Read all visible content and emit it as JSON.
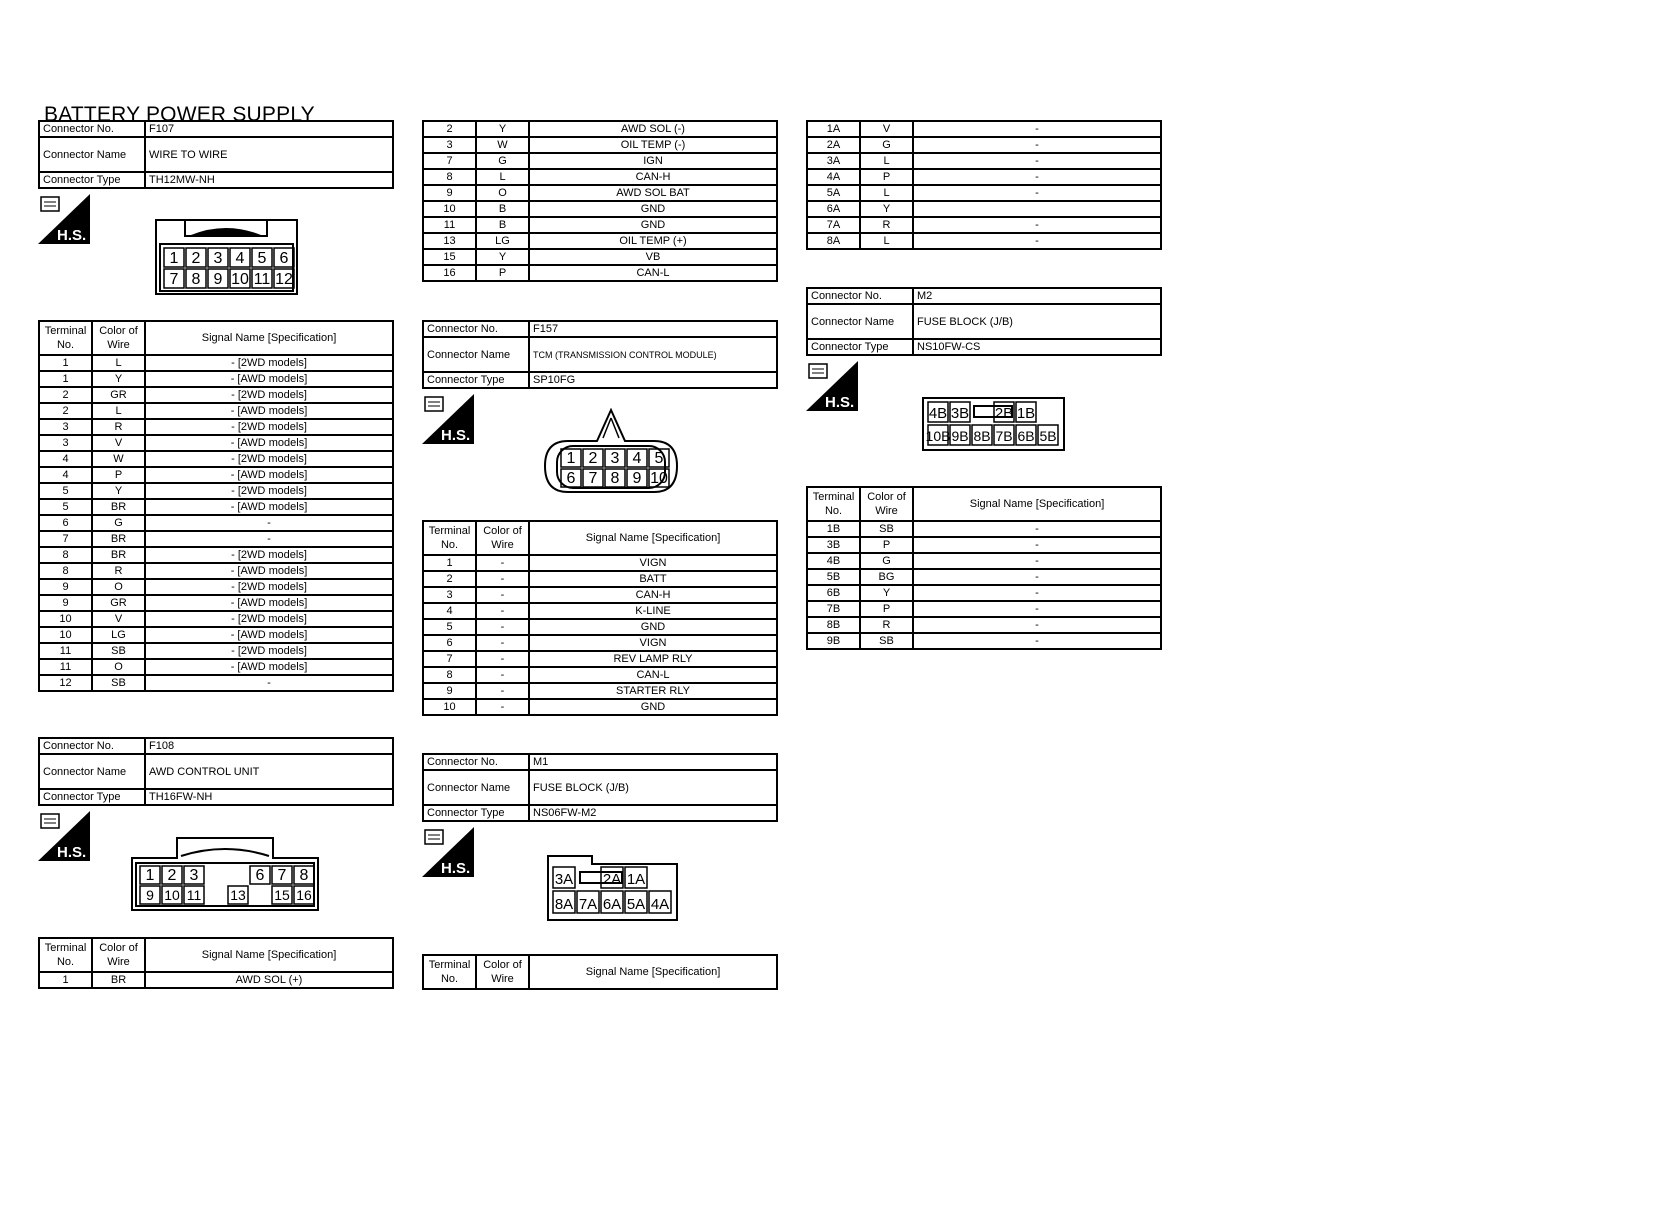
{
  "page_title": "BATTERY POWER SUPPLY",
  "hs_label": "H.S.",
  "labels": {
    "connector_no": "Connector No.",
    "connector_name": "Connector Name",
    "connector_type": "Connector Type",
    "terminal_no": "Terminal No.",
    "color_of_wire": "Color of Wire",
    "signal_name": "Signal Name [Specification]"
  },
  "F107": {
    "no": "F107",
    "name": "WIRE TO WIRE",
    "type": "TH12MW-NH",
    "pins_top": [
      "1",
      "2",
      "3",
      "4",
      "5",
      "6"
    ],
    "pins_bottom": [
      "7",
      "8",
      "9",
      "10",
      "11",
      "12"
    ],
    "rows": [
      [
        "1",
        "L",
        "- [2WD models]"
      ],
      [
        "1",
        "Y",
        "- [AWD models]"
      ],
      [
        "2",
        "GR",
        "- [2WD models]"
      ],
      [
        "2",
        "L",
        "- [AWD models]"
      ],
      [
        "3",
        "R",
        "- [2WD models]"
      ],
      [
        "3",
        "V",
        "- [AWD models]"
      ],
      [
        "4",
        "W",
        "- [2WD models]"
      ],
      [
        "4",
        "P",
        "- [AWD models]"
      ],
      [
        "5",
        "Y",
        "- [2WD models]"
      ],
      [
        "5",
        "BR",
        "- [AWD models]"
      ],
      [
        "6",
        "G",
        "-"
      ],
      [
        "7",
        "BR",
        "-"
      ],
      [
        "8",
        "BR",
        "- [2WD models]"
      ],
      [
        "8",
        "R",
        "- [AWD models]"
      ],
      [
        "9",
        "O",
        "- [2WD models]"
      ],
      [
        "9",
        "GR",
        "- [AWD models]"
      ],
      [
        "10",
        "V",
        "- [2WD models]"
      ],
      [
        "10",
        "LG",
        "- [AWD models]"
      ],
      [
        "11",
        "SB",
        "- [2WD models]"
      ],
      [
        "11",
        "O",
        "- [AWD models]"
      ],
      [
        "12",
        "SB",
        "-"
      ]
    ]
  },
  "F108": {
    "no": "F108",
    "name": "AWD CONTROL UNIT",
    "type": "TH16FW-NH",
    "pins_top": [
      "1",
      "2",
      "3",
      "",
      "",
      "6",
      "7",
      "8"
    ],
    "pins_bottom": [
      "9",
      "10",
      "11",
      "",
      "13",
      "",
      "15",
      "16"
    ],
    "rows": [
      [
        "1",
        "BR",
        "AWD SOL (+)"
      ]
    ]
  },
  "F108_cont": {
    "rows": [
      [
        "2",
        "Y",
        "AWD SOL (-)"
      ],
      [
        "3",
        "W",
        "OIL TEMP (-)"
      ],
      [
        "7",
        "G",
        "IGN"
      ],
      [
        "8",
        "L",
        "CAN-H"
      ],
      [
        "9",
        "O",
        "AWD SOL BAT"
      ],
      [
        "10",
        "B",
        "GND"
      ],
      [
        "11",
        "B",
        "GND"
      ],
      [
        "13",
        "LG",
        "OIL TEMP (+)"
      ],
      [
        "15",
        "Y",
        "VB"
      ],
      [
        "16",
        "P",
        "CAN-L"
      ]
    ]
  },
  "F157": {
    "no": "F157",
    "name": "TCM (TRANSMISSION CONTROL MODULE)",
    "type": "SP10FG",
    "pins_top": [
      "1",
      "2",
      "3",
      "4",
      "5"
    ],
    "pins_bottom": [
      "6",
      "7",
      "8",
      "9",
      "10"
    ],
    "rows": [
      [
        "1",
        "-",
        "VIGN"
      ],
      [
        "2",
        "-",
        "BATT"
      ],
      [
        "3",
        "-",
        "CAN-H"
      ],
      [
        "4",
        "-",
        "K-LINE"
      ],
      [
        "5",
        "-",
        "GND"
      ],
      [
        "6",
        "-",
        "VIGN"
      ],
      [
        "7",
        "-",
        "REV LAMP RLY"
      ],
      [
        "8",
        "-",
        "CAN-L"
      ],
      [
        "9",
        "-",
        "STARTER RLY"
      ],
      [
        "10",
        "-",
        "GND"
      ]
    ]
  },
  "M1": {
    "no": "M1",
    "name": "FUSE BLOCK (J/B)",
    "type": "NS06FW-M2",
    "pins_top": [
      "3A",
      "",
      "2A",
      "1A"
    ],
    "pins_bottom": [
      "8A",
      "7A",
      "6A",
      "5A",
      "4A"
    ],
    "rows": []
  },
  "M1_cont": {
    "rows": [
      [
        "1A",
        "V",
        "-"
      ],
      [
        "2A",
        "G",
        "-"
      ],
      [
        "3A",
        "L",
        "-"
      ],
      [
        "4A",
        "P",
        "-"
      ],
      [
        "5A",
        "L",
        "-"
      ],
      [
        "6A",
        "Y",
        ""
      ],
      [
        "7A",
        "R",
        "-"
      ],
      [
        "8A",
        "L",
        "-"
      ]
    ]
  },
  "M2": {
    "no": "M2",
    "name": "FUSE BLOCK (J/B)",
    "type": "NS10FW-CS",
    "pins_top": [
      "4B",
      "3B",
      "",
      "2B",
      "1B"
    ],
    "pins_bottom": [
      "10B",
      "9B",
      "8B",
      "7B",
      "6B",
      "5B"
    ],
    "rows": [
      [
        "1B",
        "SB",
        "-"
      ],
      [
        "3B",
        "P",
        "-"
      ],
      [
        "4B",
        "G",
        "-"
      ],
      [
        "5B",
        "BG",
        "-"
      ],
      [
        "6B",
        "Y",
        "-"
      ],
      [
        "7B",
        "P",
        "-"
      ],
      [
        "8B",
        "R",
        "-"
      ],
      [
        "9B",
        "SB",
        "-"
      ]
    ]
  }
}
